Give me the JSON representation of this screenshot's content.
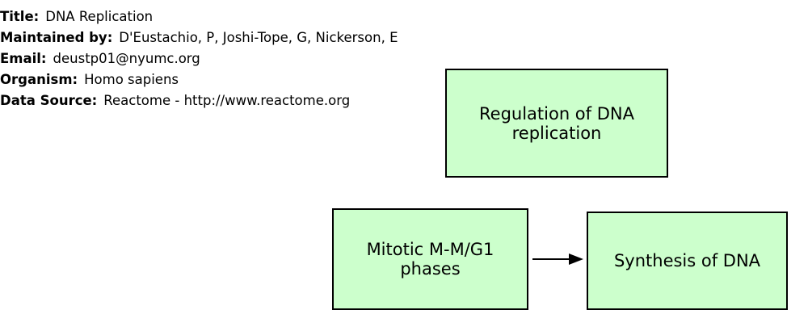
{
  "header": {
    "rows": [
      {
        "key": "Title:",
        "value": "DNA Replication"
      },
      {
        "key": "Maintained by:",
        "value": "D'Eustachio, P, Joshi-Tope, G, Nickerson, E"
      },
      {
        "key": "Email:",
        "value": "deustp01@nyumc.org"
      },
      {
        "key": "Organism:",
        "value": "Homo sapiens"
      },
      {
        "key": "Data Source:",
        "value": "Reactome - http://www.reactome.org"
      }
    ]
  },
  "diagram": {
    "node_fill": "#ccffcc",
    "node_border": "#000000",
    "nodes": {
      "regulation": {
        "label": "Regulation of DNA\nreplication"
      },
      "mitotic": {
        "label": "Mitotic M-M/G1\nphases"
      },
      "synthesis": {
        "label": "Synthesis of DNA"
      }
    },
    "edges": [
      {
        "from": "mitotic",
        "to": "synthesis",
        "type": "arrow"
      }
    ]
  }
}
